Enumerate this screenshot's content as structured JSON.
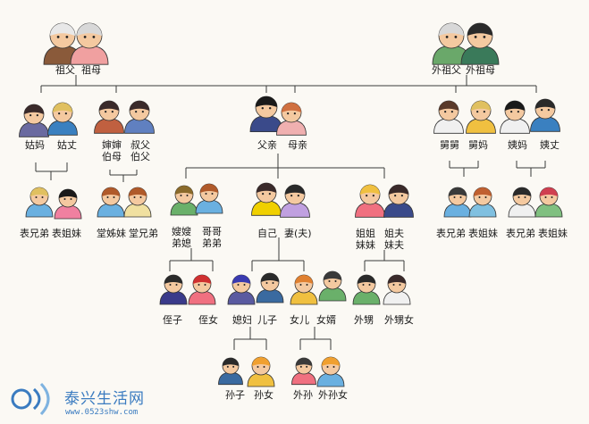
{
  "diagram": {
    "row1": {
      "left_pair": [
        "祖父",
        "祖母"
      ],
      "right_pair": [
        "外祖父",
        "外祖母"
      ]
    },
    "row2": {
      "aunt_pair": [
        "姑妈",
        "姑丈"
      ],
      "uncle_pair_top": [
        "婶婶",
        "叔父"
      ],
      "uncle_pair_bottom": [
        "伯母",
        "伯父"
      ],
      "parents": [
        "父亲",
        "母亲"
      ],
      "maternal_uncle_pair": [
        "舅舅",
        "舅妈"
      ],
      "maternal_aunt_pair": [
        "姨妈",
        "姨丈"
      ]
    },
    "row3": {
      "cousins_a": [
        "表兄弟",
        "表姐妹"
      ],
      "cousins_b": [
        "堂姊妹",
        "堂兄弟"
      ],
      "sibling_top": [
        "嫂嫂",
        "哥哥"
      ],
      "sibling_bottom": [
        "弟媳",
        "弟弟"
      ],
      "self_pair": [
        "自己",
        "妻(夫)"
      ],
      "sister_top": [
        "姐姐",
        "姐夫"
      ],
      "sister_bottom": [
        "妹妹",
        "妹夫"
      ],
      "cousins_c": [
        "表兄弟",
        "表姐妹"
      ],
      "cousins_d": [
        "表兄弟",
        "表姐妹"
      ]
    },
    "row4": {
      "nephew_niece": [
        "侄子",
        "侄女"
      ],
      "son_pair": [
        "媳妇",
        "儿子"
      ],
      "daughter_pair": [
        "女儿",
        "女婿"
      ],
      "sister_children": [
        "外甥",
        "外甥女"
      ]
    },
    "row5": {
      "grandchildren": [
        "孙子",
        "孙女"
      ],
      "daughter_grandchildren": [
        "外孙",
        "外孙女"
      ]
    }
  },
  "watermark": {
    "name": "泰兴生活网",
    "url": "www.0523shw.com"
  },
  "colors": {
    "line": "#3a3a3a",
    "skin": "#f4c9a0",
    "accent_blue": "#3a7bc0"
  }
}
